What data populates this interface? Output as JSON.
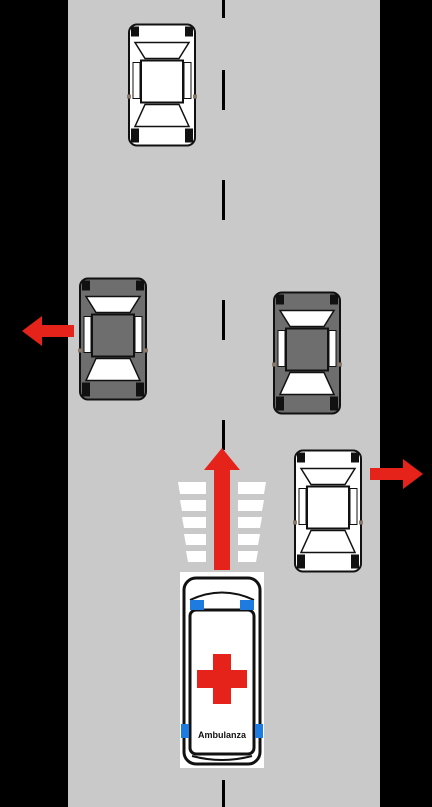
{
  "scene": {
    "road_color": "#c9c9c9",
    "shoulder_color": "#000000",
    "lane_marking_color": "#000000",
    "arrow_color": "#e5231b",
    "ambulance": {
      "label": "Ambulanza",
      "cross_color": "#e5231b",
      "light_color": "#1e7be0"
    },
    "cars": [
      {
        "id": "top-car",
        "color": "white",
        "action": "ahead"
      },
      {
        "id": "left-car",
        "color": "gray",
        "action": "moves-left"
      },
      {
        "id": "right-middle-car",
        "color": "gray",
        "action": "ahead"
      },
      {
        "id": "right-lower-car",
        "color": "white",
        "action": "moves-right"
      }
    ],
    "arrows": [
      {
        "id": "left-arrow",
        "direction": "left"
      },
      {
        "id": "right-arrow",
        "direction": "right"
      },
      {
        "id": "ambulance-arrow",
        "direction": "up"
      }
    ]
  }
}
